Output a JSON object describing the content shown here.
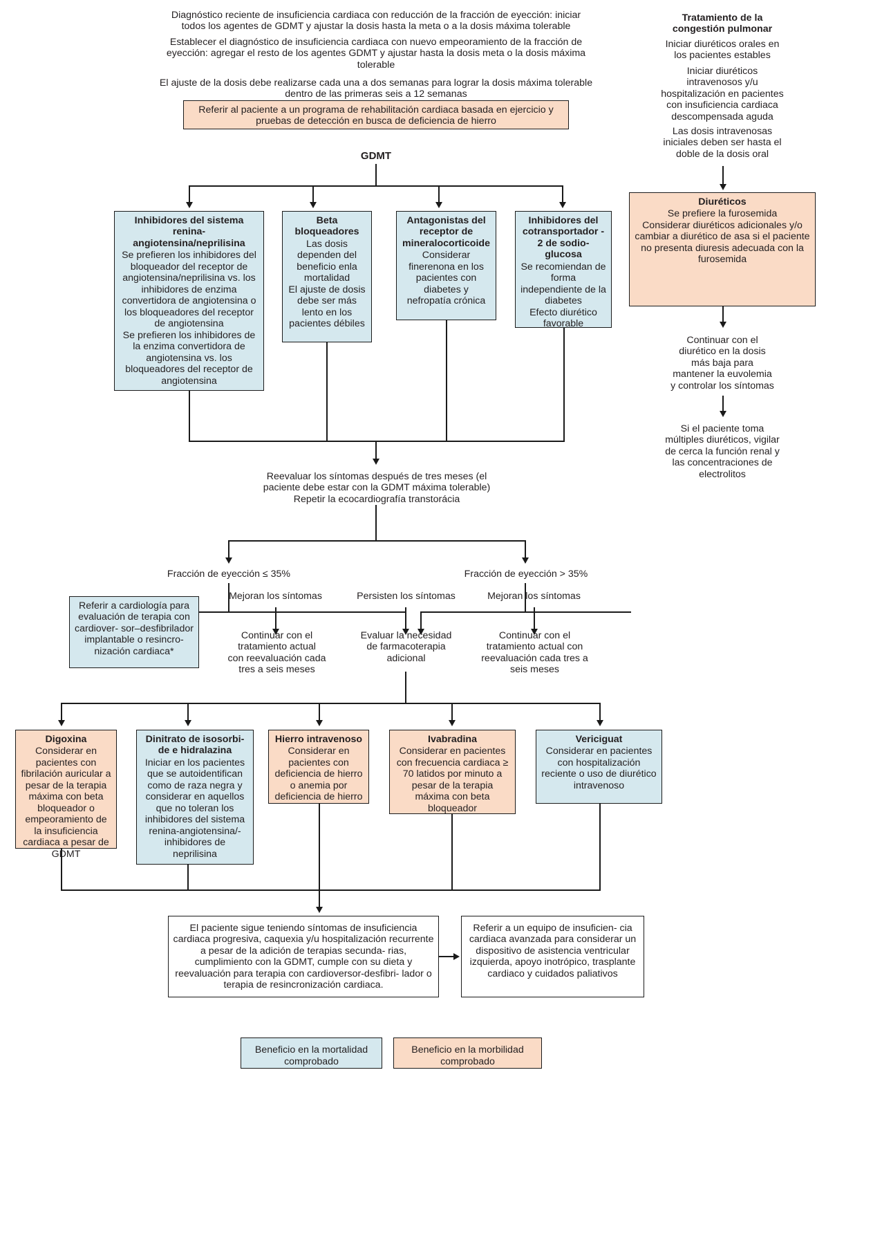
{
  "header": {
    "intro_lines": [
      "Diagnóstico reciente de insuficiencia cardiaca con reducción de la fracción de eyección: iniciar\ntodos los agentes de GDMT y ajustar la dosis hasta la meta o a la dosis máxima tolerable",
      "Establecer el diagnóstico de insuficiencia cardiaca con nuevo empeoramiento de la fracción de\neyección: agregar el resto de los agentes GDMT y ajustar hasta la dosis meta o la dosis máxima\ntolerable",
      "El ajuste de la dosis debe realizarse cada una a dos semanas para lograr la dosis máxima tolerable\ndentro de las primeras seis a 12 semanas"
    ],
    "rehab_box": "Referir al paciente a un programa de rehabilitación cardiaca basada en ejercicio\ny pruebas de detección en busca de deficiencia de hierro",
    "gdmt_label": "GDMT"
  },
  "right_column": {
    "title": "Tratamiento de la\ncongestión pulmonar",
    "steps": [
      "Iniciar diuréticos orales en\nlos pacientes estables",
      "Iniciar diuréticos\nintravenosos y/u\nhospitalización en pacientes\ncon insuficiencia cardiaca\ndescompensada aguda",
      "Las dosis intravenosas\niniciales deben ser hasta el\ndoble de la dosis oral"
    ],
    "diuretics_box": {
      "title": "Diuréticos",
      "lines": [
        "Se prefiere la furosemida",
        "Considerar diuréticos\nadicionales y/o cambiar a\ndiurético de asa si el\npaciente no presenta\ndiuresis adecuada con la\nfurosemida"
      ]
    },
    "after_steps": [
      "Continuar con el\ndiurético en la dosis\nmás baja para\nmantener la euvolemia\ny controlar los síntomas",
      "Si el paciente toma\nmúltiples diuréticos, vigilar\nde cerca la función renal y\nlas concentraciones de\nelectrolitos"
    ]
  },
  "gdmt_boxes": [
    {
      "title": "Inhibidores del sistema\nrenina-angiotensina/neprilisina",
      "lines": [
        "Se prefieren los inhibidores del\nbloqueador del receptor de\nangiotensina/neprilisina vs. los\ninhibidores de enzima\nconvertidora de angiotensina o\nlos bloqueadores del receptor\nde angiotensina",
        "Se prefieren los inhibidores de\nla enzima convertidora de\nangiotensina vs. los\nbloqueadores del receptor de\nangiotensina"
      ],
      "color": "blue"
    },
    {
      "title": "Beta\nbloqueadores",
      "lines": [
        "Las dosis\ndependen del\nbeneficio enla\nmortalidad",
        "El ajuste de dosis\ndebe ser más\nlento en los\npacientes\ndébiles"
      ],
      "color": "blue"
    },
    {
      "title": "Antagonistas del\nreceptor de\nmineralocorticoide",
      "lines": [
        "Considerar\nfinerenona en los\npacientes con\ndiabetes y\nnefropatía crónica"
      ],
      "color": "blue"
    },
    {
      "title": "Inhibidores del\ncotransportador -\n2 de sodio-glucosa",
      "lines": [
        "Se recomiendan de\nforma\nindependiente de\nla diabetes",
        "Efecto diurético\nfavorable"
      ],
      "color": "blue"
    }
  ],
  "reevaluate": "Reevaluar los síntomas después de tres meses (el\npaciente debe estar con la GDMT máxima tolerable)\nRepetir la ecocardiografía transtorácia",
  "branches": {
    "left_label": "Fracción de eyección ≤ 35%",
    "right_label": "Fracción de eyección > 35%"
  },
  "symptom_labels": {
    "improve_left": "Mejoran los síntomas",
    "persist": "Persisten los síntomas",
    "improve_right": "Mejoran los síntomas"
  },
  "symptom_followups": {
    "continue_left": "Continuar con el\ntratamiento actual\ncon reevaluación cada\ntres a seis meses",
    "evaluate": "Evaluar la necesidad\nde farmacoterapia\nadicional",
    "continue_right": "Continuar con el\ntratamiento actual con\nreevaluación cada tres a\nseis meses"
  },
  "cardiology_box": "Referir a cardiología\npara evaluación de\nterapia con cardiover-\nsor–desfibrilador\nimplantable o resincro-\nnización cardiaca*",
  "drug_boxes": [
    {
      "title": "Digoxina",
      "body": "Considerar en\npacientes con\nfibrilación auricular a\npesar de la terapia\nmáxima con beta\nbloqueador o\nempeoramiento de la\ninsuficiencia cardiaca\na pesar de GDMT",
      "color": "peach"
    },
    {
      "title": "Dinitrato de isosorbi-\nde e hidralazina",
      "body": "Iniciar en los pacientes\nque se autoidentifican\ncomo de raza negra y\nconsiderar en aquellos\nque no toleran los\ninhibidores del sistema\nrenina-angiotensina/-\ninhibidores de\nneprilisina",
      "color": "blue"
    },
    {
      "title": "Hierro intravenoso",
      "body": "Considerar en\npacientes con\ndeficiencia de hierro\no anemia por\ndeficiencia de hierro",
      "color": "peach"
    },
    {
      "title": "Ivabradina",
      "body": "Considerar en pacientes\ncon frecuencia cardiaca\n≥ 70 latidos por minuto\na pesar de la terapia\nmáxima con beta\nbloqueador",
      "color": "peach"
    },
    {
      "title": "Vericiguat",
      "body": "Considerar en\npacientes con\nhospitalización reciente\no uso de diurético\nintravenoso",
      "color": "blue"
    }
  ],
  "bottom_boxes": {
    "left": "El paciente sigue teniendo síntomas de insuficiencia\ncardiaca progresiva, caquexia y/u hospitalización\nrecurrente a pesar de la adición de terapias secunda-\nrias, cumplimiento con la GDMT, cumple con su dieta\ny reevaluación para terapia con cardioversor-desfibri-\nlador o terapia de resincronización cardiaca.",
    "right": "Referir a un equipo de insuficien-\ncia cardiaca avanzada para\nconsiderar un dispositivo de\nasistencia ventricular izquierda,\napoyo inotrópico, trasplante\ncardiaco y cuidados paliativos"
  },
  "legend": [
    {
      "label": "Beneficio en la mortalidad\ncomprobado",
      "color": "blue"
    },
    {
      "label": "Beneficio en la morbilidad\ncomprobado",
      "color": "peach"
    }
  ],
  "colors": {
    "mortality_blue": "#d5e8ee",
    "morbidity_peach": "#fadbc6",
    "stroke": "#1a1a1a",
    "text": "#231f20"
  }
}
